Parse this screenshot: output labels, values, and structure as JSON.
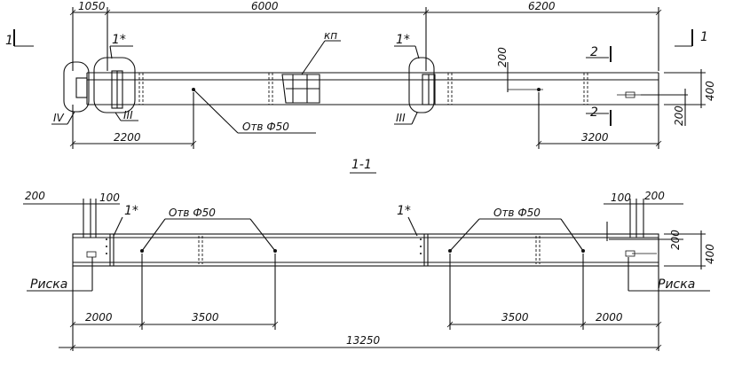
{
  "section_label": "1-1",
  "cut_marker": "1",
  "cut_marker_2": "2",
  "callout_star": "1*",
  "callout_kp": "кп",
  "roman_3": "III",
  "roman_4": "IV",
  "hole_label": "Отв Ф50",
  "mark_label": "Риска",
  "dims_top": {
    "d1050": "1050",
    "d6000": "6000",
    "d6200": "6200",
    "d2200": "2200",
    "d3200": "3200",
    "d200a": "200",
    "d200b": "200",
    "d400": "400"
  },
  "dims_bottom": {
    "d200l": "200",
    "d100l": "100",
    "d100r": "100",
    "d200r": "200",
    "d200v": "200",
    "d400v": "400",
    "d2000l": "2000",
    "d3500l": "3500",
    "d3500r": "3500",
    "d2000r": "2000",
    "d13250": "13250"
  }
}
